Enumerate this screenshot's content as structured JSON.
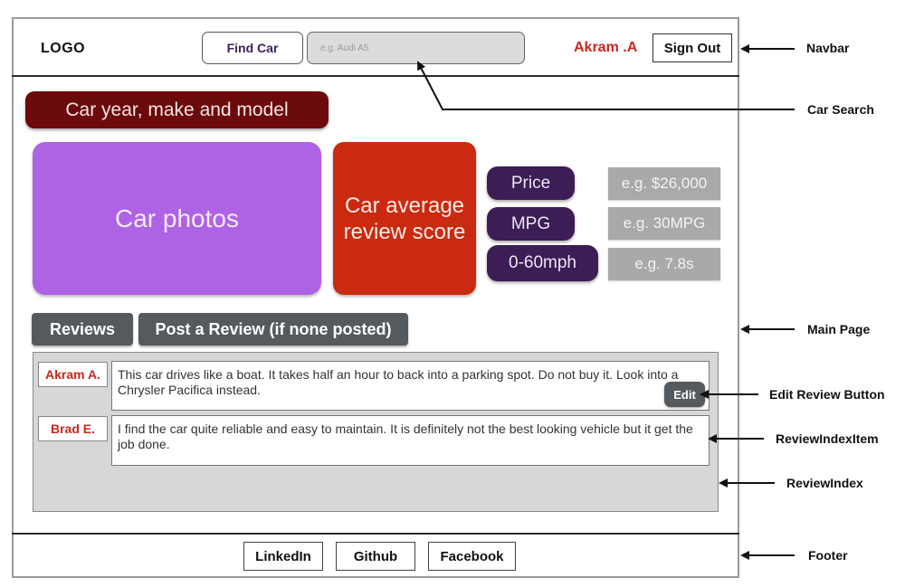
{
  "navbar": {
    "logo": "LOGO",
    "find_car_label": "Find Car",
    "search_placeholder": "e.g. Audi A5",
    "user_name": "Akram .A",
    "sign_out_label": "Sign Out"
  },
  "main": {
    "car_title": "Car year, make and model",
    "car_photos": "Car photos",
    "avg_score_line1": "Car average",
    "avg_score_line2": "review score",
    "specs": {
      "price_label": "Price",
      "price_value": "e.g. $26,000",
      "mpg_label": "MPG",
      "mpg_value": "e.g. 30MPG",
      "accel_label": "0-60mph",
      "accel_value": "e.g. 7.8s"
    },
    "tabs": {
      "reviews": "Reviews",
      "post_review": "Post a Review (if none posted)"
    },
    "reviews": [
      {
        "author": "Akram A.",
        "text": "This car drives like a boat. It takes half an hour to back into a parking spot. Do not buy it. Look into a Chrysler Pacifica instead."
      },
      {
        "author": "Brad E.",
        "text": "I find the car quite reliable and easy to maintain. It is definitely not the best looking vehicle but it get the job done."
      }
    ],
    "edit_label": "Edit"
  },
  "footer": {
    "linkedin": "LinkedIn",
    "github": "Github",
    "facebook": "Facebook"
  },
  "annotations": {
    "navbar": "Navbar",
    "car_search": "Car Search",
    "main_page": "Main Page",
    "edit_review_button": "Edit Review Button",
    "review_index_item": "ReviewIndexItem",
    "review_index": "ReviewIndex",
    "footer": "Footer"
  },
  "colors": {
    "title_bg": "#6b0a0a",
    "photos_bg": "#ae63e4",
    "score_bg": "#c92a10",
    "spec_label_bg": "#3c1d56",
    "spec_value_bg": "#a9a9a9",
    "tab_bg": "#555a5f",
    "author_red": "#c8281e"
  }
}
